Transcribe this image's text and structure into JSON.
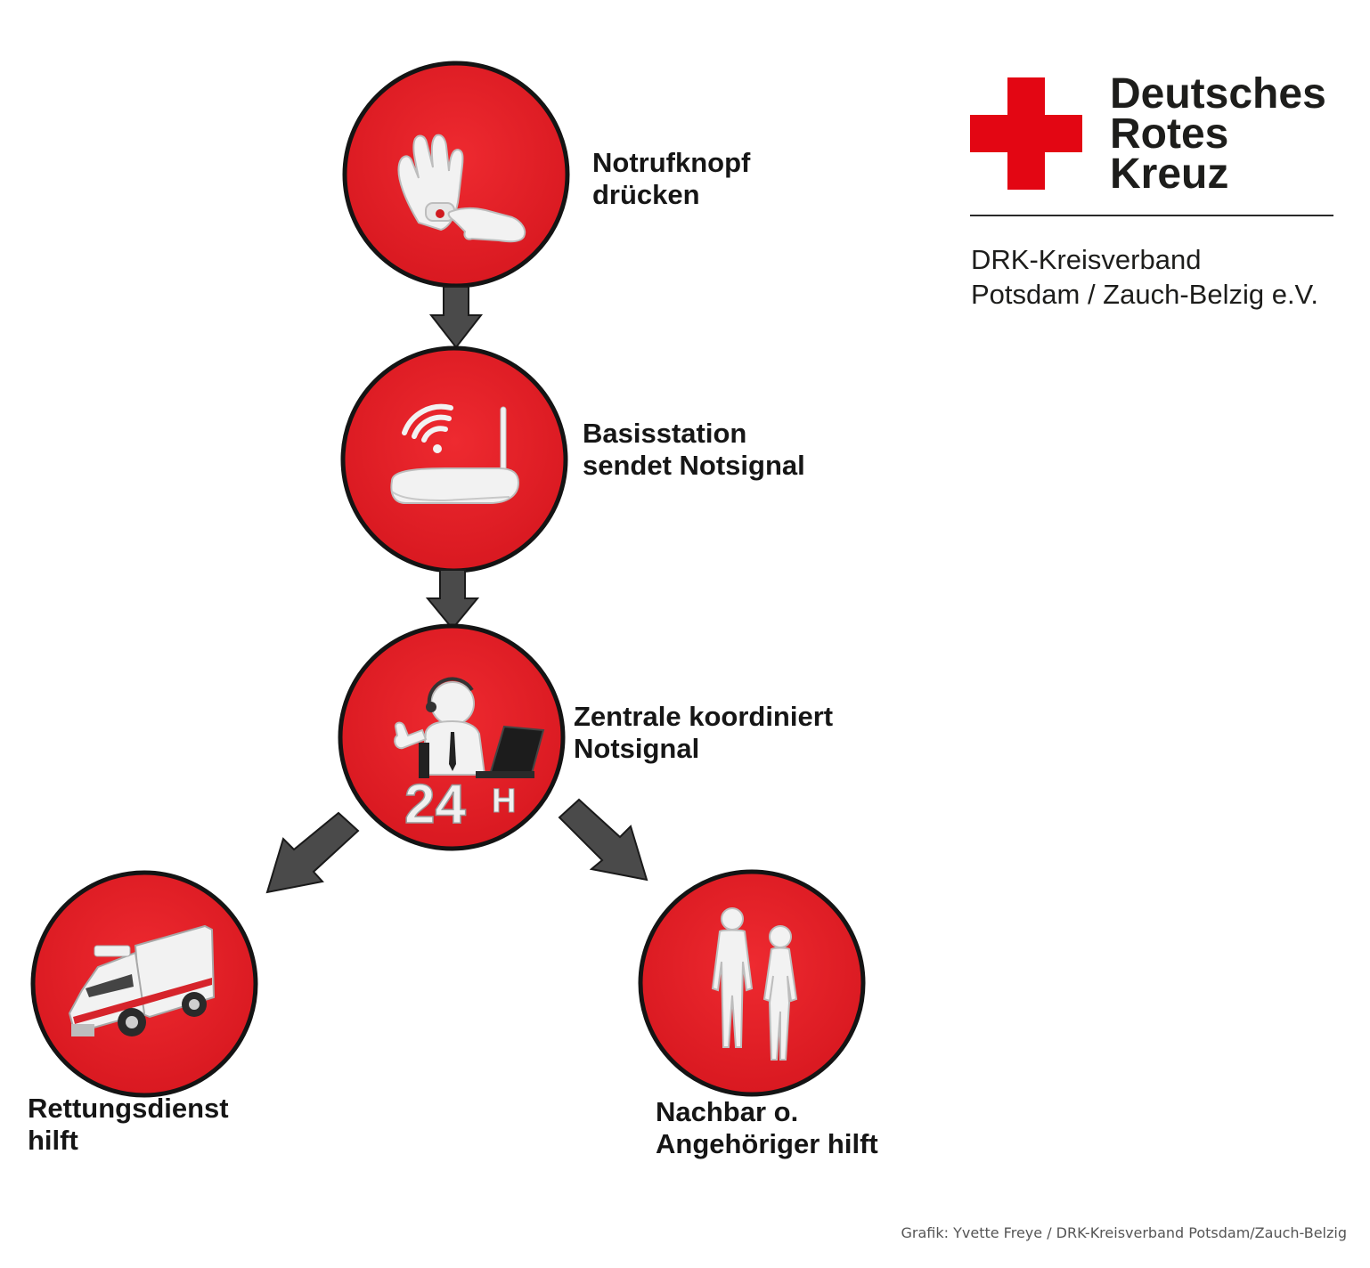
{
  "logo": {
    "line1": "Deutsches",
    "line2": "Rotes",
    "line3": "Kreuz",
    "cross_color": "#e30613"
  },
  "organization": {
    "line1": "DRK-Kreisverband",
    "line2": "Potsdam / Zauch-Belzig e.V."
  },
  "steps": {
    "press_button": {
      "line1": "Notrufknopf",
      "line2": "drücken",
      "icon": "hand-pressing-button-icon"
    },
    "base_station": {
      "line1": "Basisstation",
      "line2": "sendet Notsignal",
      "icon": "router-wifi-icon"
    },
    "control_center": {
      "line1": "Zentrale koordiniert",
      "line2": "Notsignal",
      "icon": "call-center-24h-icon",
      "badge_number": "24",
      "badge_unit": "H"
    },
    "rescue_service": {
      "line1": "Rettungsdienst",
      "line2": "hilft",
      "icon": "ambulance-icon"
    },
    "neighbor": {
      "line1": "Nachbar o.",
      "line2": "Angehöriger hilft",
      "icon": "two-people-icon"
    }
  },
  "colors": {
    "circle_fill": "#e71c24",
    "circle_stroke": "#141414",
    "arrow": "#4a4a4a",
    "icon": "#f2f2f2"
  },
  "credit": "Grafik: Yvette Freye / DRK-Kreisverband Potsdam/Zauch-Belzig"
}
